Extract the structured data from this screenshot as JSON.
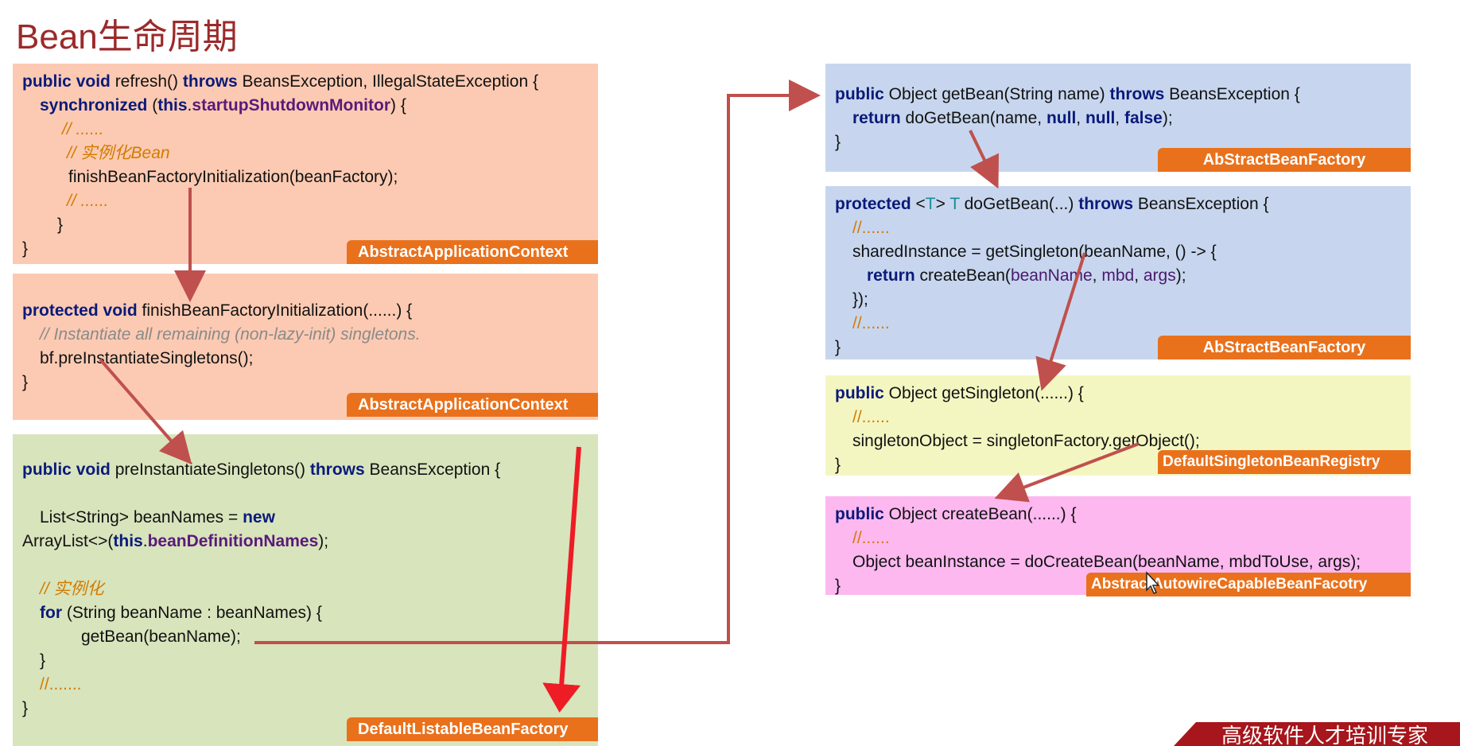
{
  "title": "Bean生命周期",
  "boxes": {
    "refresh": {
      "tag": "AbstractApplicationContext",
      "l1": [
        "public",
        " ",
        "void",
        " refresh() ",
        "throws",
        " BeansException, IllegalStateException {"
      ],
      "l2": [
        "synchronized",
        " (",
        "this",
        ".",
        "startupShutdownMonitor",
        ") {"
      ],
      "l3": "// ......",
      "l4": "// 实例化Bean",
      "l5": "finishBeanFactoryInitialization(beanFactory);",
      "l6": "// ......",
      "l7": "}",
      "l8": "}"
    },
    "finish": {
      "tag": "AbstractApplicationContext",
      "l1": [
        "protected",
        " ",
        "void",
        " finishBeanFactoryInitialization(......) {"
      ],
      "l2": "// Instantiate all remaining (non-lazy-init) singletons.",
      "l3": "bf.preInstantiateSingletons();",
      "l4": "}"
    },
    "preinst": {
      "tag": "DefaultListableBeanFactory",
      "l1": [
        "public",
        " ",
        "void",
        " preInstantiateSingletons() ",
        "throws",
        " BeansException {"
      ],
      "l2": [
        "List<String> beanNames = ",
        "new"
      ],
      "l3": [
        "ArrayList<>(",
        "this",
        ".",
        "beanDefinitionNames",
        ");"
      ],
      "l4": "// 实例化",
      "l5": [
        "for",
        " (String beanName : beanNames) {"
      ],
      "l6": "getBean(beanName);",
      "l7": "}",
      "l8": "//.......",
      "l9": "}"
    },
    "getbean": {
      "tag": "AbStractBeanFactory",
      "l1": [
        "public",
        " Object getBean(String name) ",
        "throws",
        " BeansException {"
      ],
      "l2": [
        "return",
        " doGetBean(name, ",
        "null",
        ", ",
        "null",
        ", ",
        "false",
        ");"
      ],
      "l3": "}"
    },
    "dogetbean": {
      "tag": "AbStractBeanFactory",
      "l1": [
        "protected",
        " <",
        "T",
        "> ",
        "T",
        " doGetBean(...) ",
        "throws",
        " BeansException {"
      ],
      "l2": "//......",
      "l3": "sharedInstance = getSingleton(beanName, () -> {",
      "l4": [
        "return",
        " createBean(",
        "beanName",
        ", ",
        "mbd",
        ", ",
        "args",
        ");"
      ],
      "l5": "});",
      "l6": "//......",
      "l7": "}"
    },
    "getsingleton": {
      "tag": "DefaultSingletonBeanRegistry",
      "l1": [
        "public",
        " Object getSingleton(......) {"
      ],
      "l2": "//......",
      "l3": "singletonObject = singletonFactory.getObject();",
      "l4": "}"
    },
    "createbean": {
      "tag": "AbstractAutowireCapableBeanFacotry",
      "l1": [
        "public",
        " Object createBean(......) {"
      ],
      "l2": "//......",
      "l3": "Object beanInstance = doCreateBean(beanName, mbdToUse, args);",
      "l4": "}"
    }
  },
  "watermark": "高级软件人才培训专家",
  "colors": {
    "arrow": "#c0504d",
    "red_arrow": "#ee1c25",
    "tag": "#e9711c",
    "title": "#9b2a2a"
  }
}
